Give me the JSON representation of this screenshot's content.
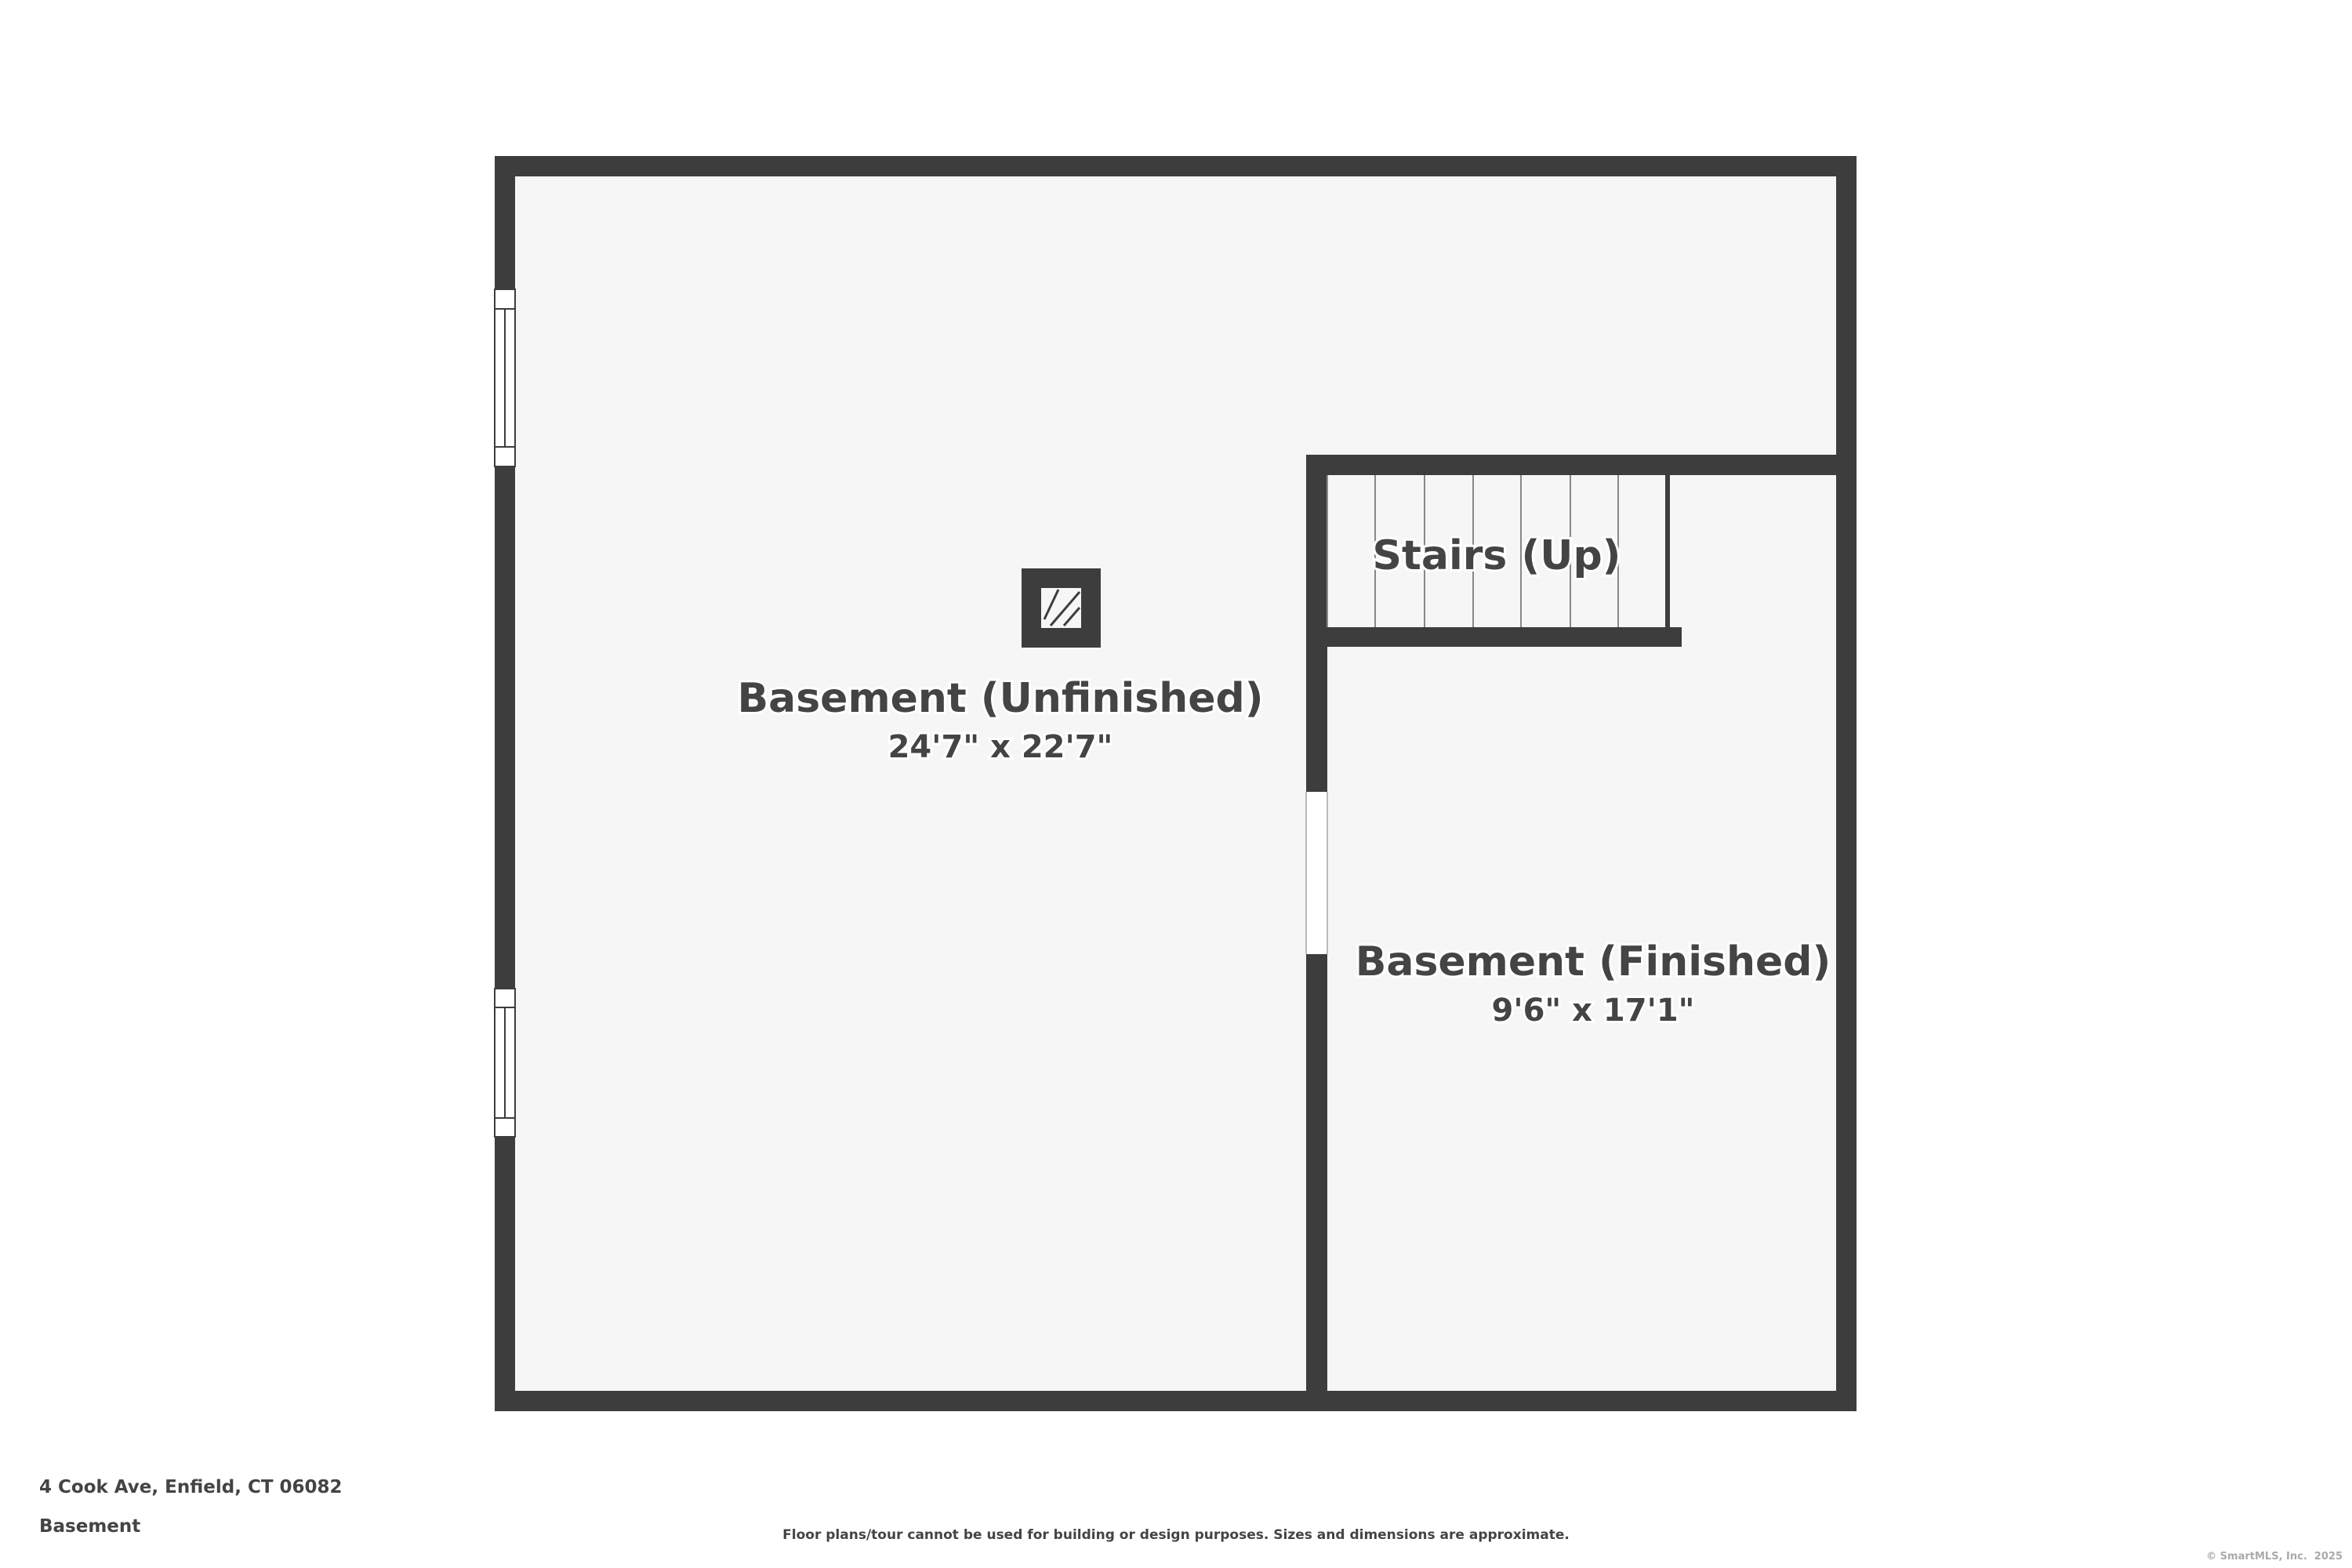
{
  "rooms": [
    {
      "name": "Basement (Unfinished)",
      "dimensions": "24'7\" x 22'7\""
    },
    {
      "name": "Stairs (Up)"
    },
    {
      "name": "Basement (Finished)",
      "dimensions": "9'6\" x 17'1\""
    }
  ],
  "footer": {
    "address": "4 Cook Ave, Enfield, CT 06082",
    "floor": "Basement",
    "disclaimer": "Floor plans/tour cannot be used for building or design purposes. Sizes and dimensions are approximate.",
    "copyright": "© SmartMLS, Inc.  2025"
  },
  "colors": {
    "wall": "#3d3d3d",
    "floor": "#f6f6f6",
    "text": "#444444"
  }
}
